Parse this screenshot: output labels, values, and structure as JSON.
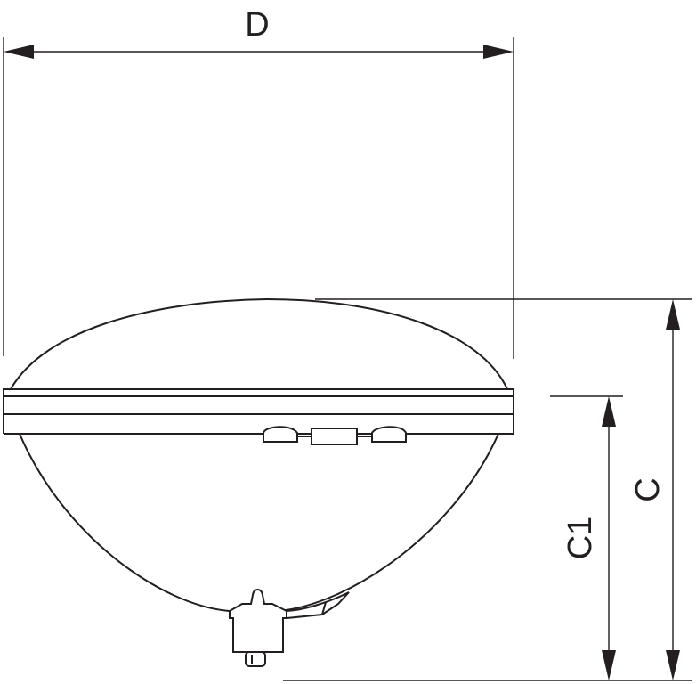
{
  "dimensions": {
    "diameter_label": "D",
    "overall_height_label": "C",
    "height_to_base_label": "C1"
  },
  "colors": {
    "line": "#231f20",
    "background": "#ffffff"
  }
}
